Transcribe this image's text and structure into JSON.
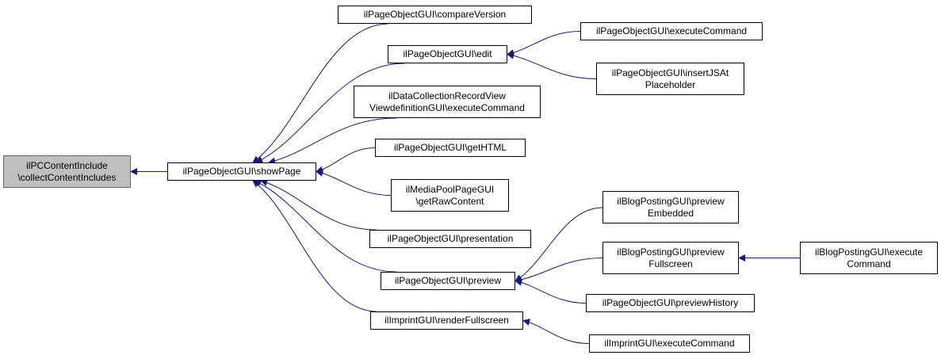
{
  "graph": {
    "nodes": [
      {
        "id": "root",
        "label": "ilPCContentInclude\n\\collectContentIncludes",
        "focus": true
      },
      {
        "id": "showPage",
        "label": "ilPageObjectGUI\\showPage"
      },
      {
        "id": "compareVersion",
        "label": "ilPageObjectGUI\\compareVersion"
      },
      {
        "id": "edit",
        "label": "ilPageObjectGUI\\edit"
      },
      {
        "id": "executeCommand1",
        "label": "ilPageObjectGUI\\executeCommand"
      },
      {
        "id": "insertJSAt",
        "label": "ilPageObjectGUI\\insertJSAt\nPlaceholder"
      },
      {
        "id": "dataCollection",
        "label": "ilDataCollectionRecordView\nViewdefinitionGUI\\executeCommand"
      },
      {
        "id": "getHTML",
        "label": "ilPageObjectGUI\\getHTML"
      },
      {
        "id": "mediaPool",
        "label": "ilMediaPoolPageGUI\n\\getRawContent"
      },
      {
        "id": "presentation",
        "label": "ilPageObjectGUI\\presentation"
      },
      {
        "id": "preview",
        "label": "ilPageObjectGUI\\preview"
      },
      {
        "id": "blogEmbedded",
        "label": "ilBlogPostingGUI\\preview\nEmbedded"
      },
      {
        "id": "blogFullscreen",
        "label": "ilBlogPostingGUI\\preview\nFullscreen"
      },
      {
        "id": "blogExecute",
        "label": "ilBlogPostingGUI\\execute\nCommand"
      },
      {
        "id": "previewHistory",
        "label": "ilPageObjectGUI\\previewHistory"
      },
      {
        "id": "imprintRender",
        "label": "ilImprintGUI\\renderFullscreen"
      },
      {
        "id": "imprintExecute",
        "label": "ilImprintGUI\\executeCommand"
      }
    ],
    "edges": [
      {
        "from": "showPage",
        "to": "root"
      },
      {
        "from": "compareVersion",
        "to": "showPage"
      },
      {
        "from": "edit",
        "to": "showPage"
      },
      {
        "from": "dataCollection",
        "to": "showPage"
      },
      {
        "from": "getHTML",
        "to": "showPage"
      },
      {
        "from": "mediaPool",
        "to": "showPage"
      },
      {
        "from": "presentation",
        "to": "showPage"
      },
      {
        "from": "preview",
        "to": "showPage"
      },
      {
        "from": "imprintRender",
        "to": "showPage"
      },
      {
        "from": "executeCommand1",
        "to": "edit"
      },
      {
        "from": "insertJSAt",
        "to": "edit"
      },
      {
        "from": "blogEmbedded",
        "to": "preview"
      },
      {
        "from": "blogFullscreen",
        "to": "preview"
      },
      {
        "from": "previewHistory",
        "to": "preview"
      },
      {
        "from": "blogExecute",
        "to": "blogFullscreen"
      },
      {
        "from": "imprintExecute",
        "to": "imprintRender"
      }
    ],
    "colors": {
      "edge": "#191970",
      "root_fill": "#bfbfbf",
      "node_fill": "#ffffff",
      "border": "#000000"
    }
  }
}
